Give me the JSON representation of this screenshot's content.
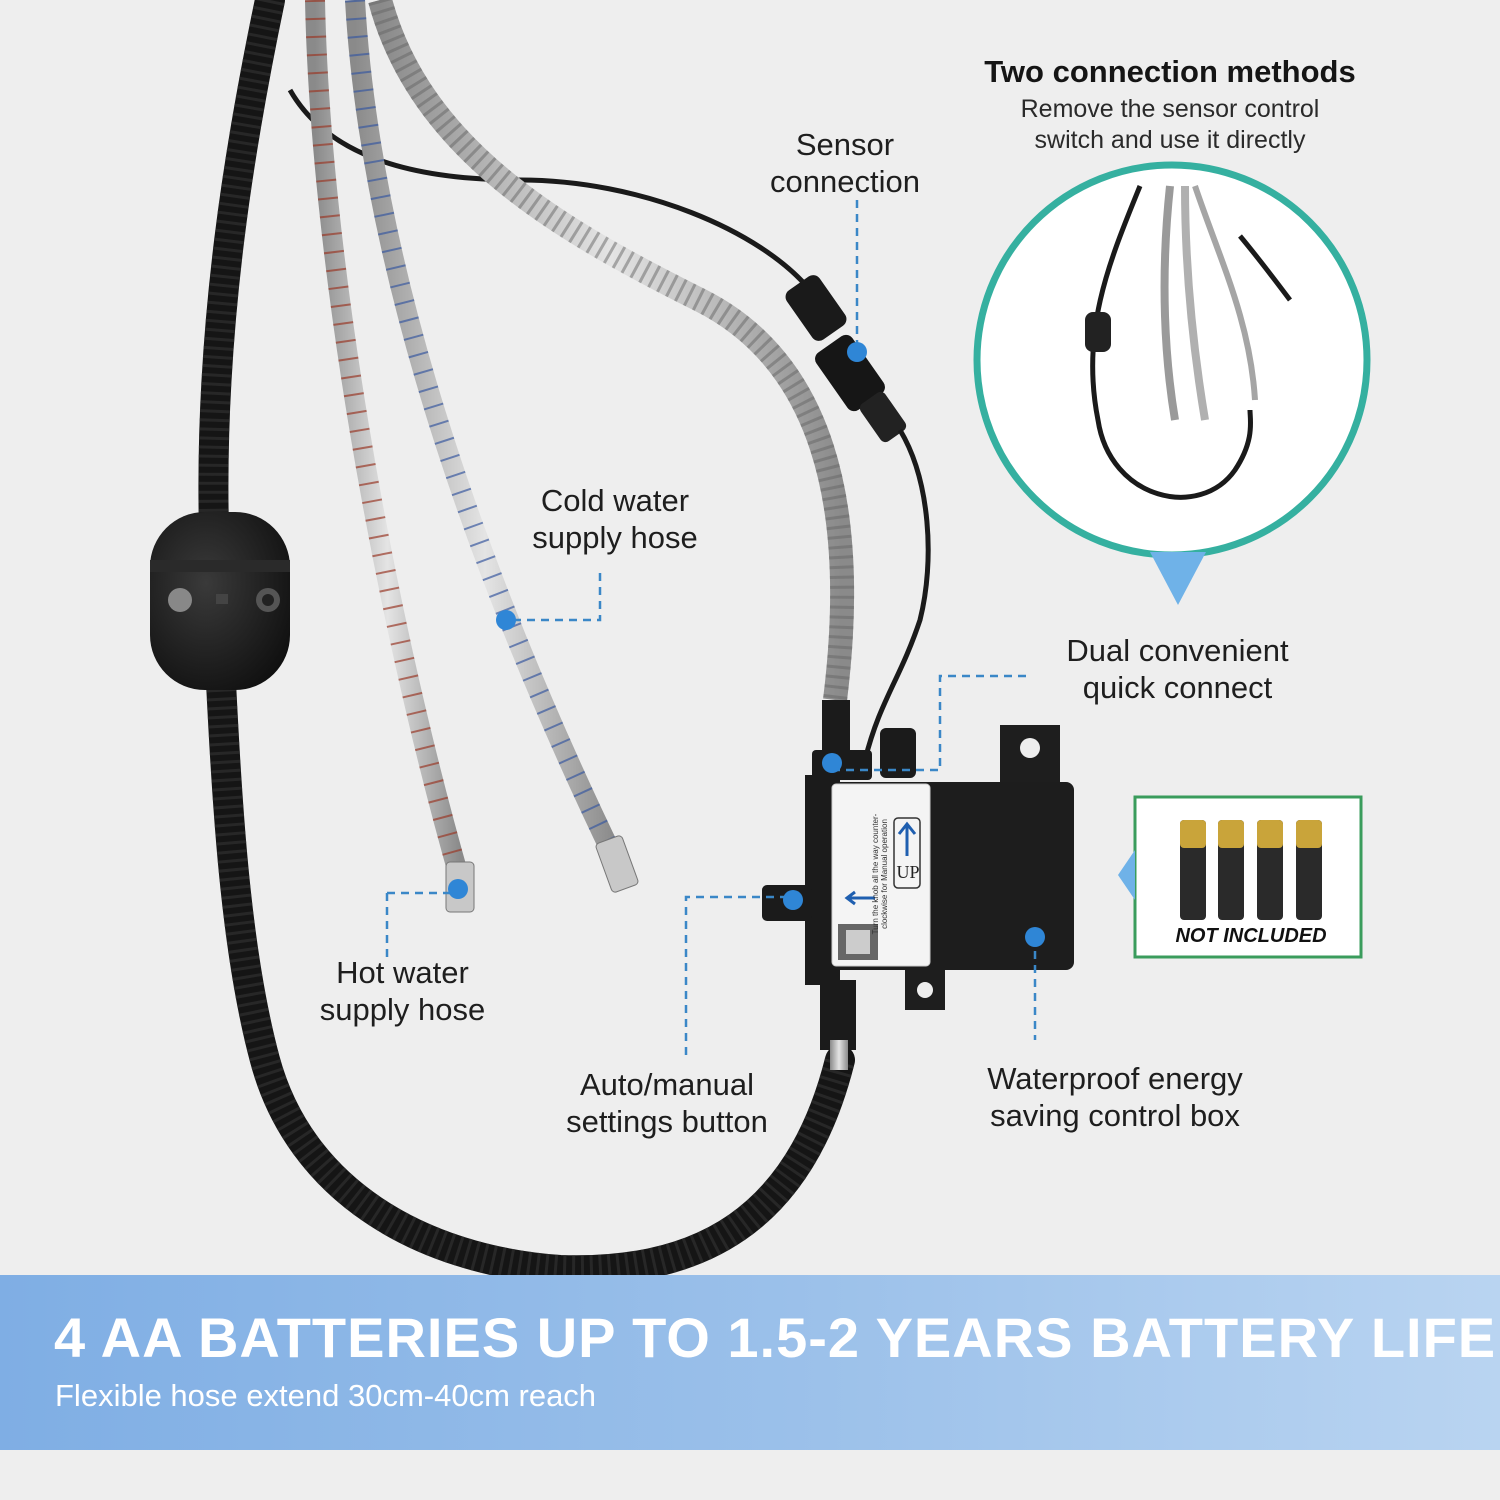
{
  "inset": {
    "title": "Two connection methods",
    "subtitle_line1": "Remove the sensor control",
    "subtitle_line2": "switch and use it directly"
  },
  "labels": {
    "sensor_connection": [
      "Sensor",
      "connection"
    ],
    "cold_water": [
      "Cold water",
      "supply hose"
    ],
    "hot_water": [
      "Hot water",
      "supply hose"
    ],
    "dual_connect": [
      "Dual convenient",
      "quick connect"
    ],
    "auto_manual": [
      "Auto/manual",
      "settings button"
    ],
    "control_box": [
      "Waterproof energy",
      "saving control box"
    ]
  },
  "battery_box": {
    "tag": "NOT INCLUDED",
    "count": 4
  },
  "control_box_label": {
    "up": "UP",
    "instruction": "Turn the knob all the way counter-clockwise for Manual operation"
  },
  "banner": {
    "title": "4 AA BATTERIES UP TO 1.5-2 YEARS BATTERY LIFE",
    "subtitle": "Flexible hose extend 30cm-40cm reach"
  },
  "colors": {
    "accent": "#2f86d6",
    "inset_ring": "#35b0a0",
    "battery_frame": "#3a9c5c",
    "banner": "#8fb8e8"
  }
}
